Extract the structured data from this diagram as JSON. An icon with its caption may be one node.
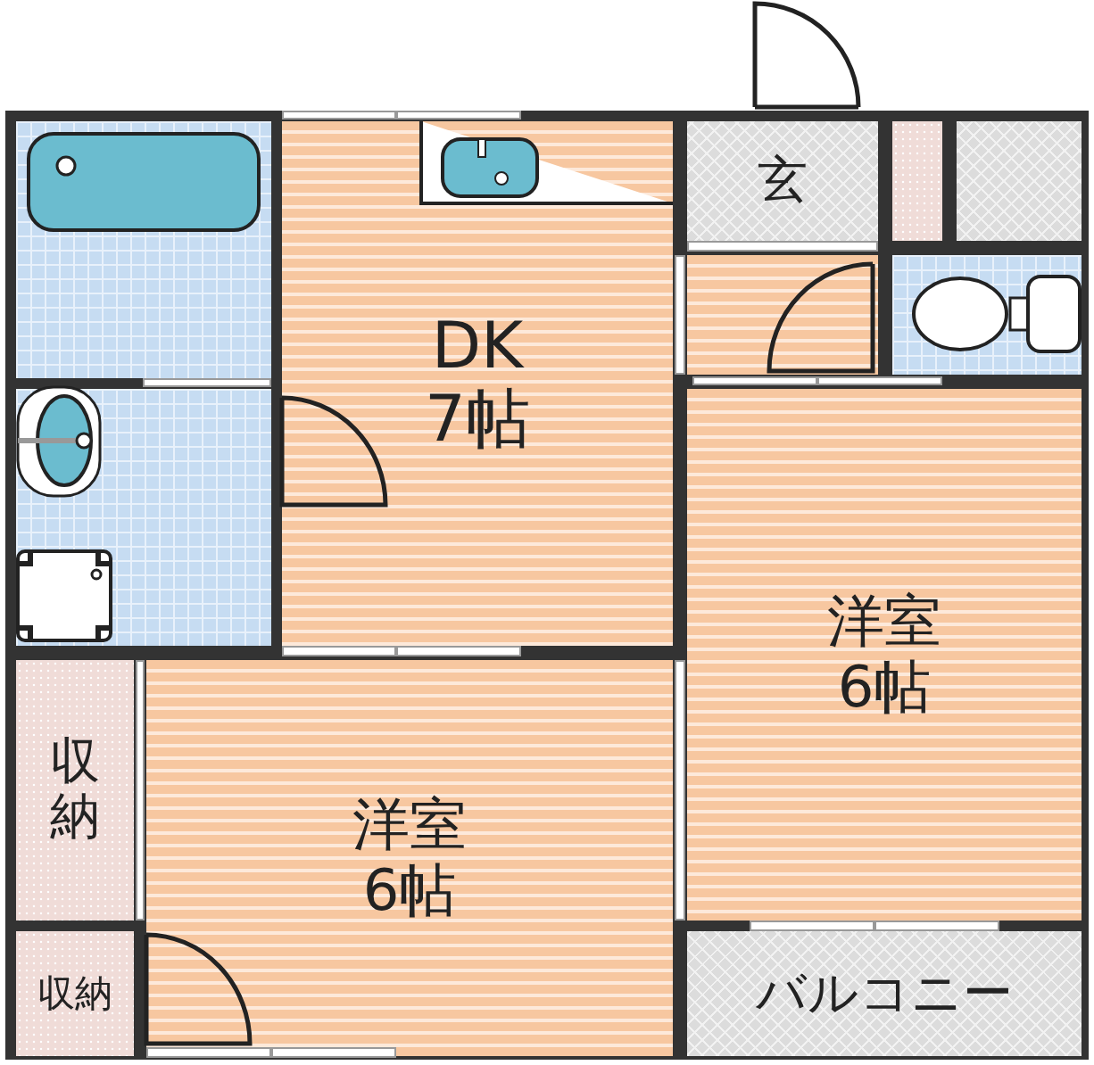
{
  "diagram": {
    "nodes": [
      {
        "text": [],
        "shape": "box"
      },
      {
        "text": [
          "DK",
          "7帖"
        ]
      },
      {
        "text": [
          "玄"
        ]
      },
      {
        "text": [],
        "shape": "box"
      },
      {
        "text": [],
        "shape": "box"
      },
      {
        "text": [],
        "shape": "box"
      },
      {
        "text": [],
        "shape": "box"
      },
      {
        "text": [],
        "shape": "box"
      },
      {
        "text": [
          "洋室",
          "6帖"
        ]
      },
      {
        "text": [
          "収納"
        ]
      },
      {
        "text": [
          "洋室",
          "6帖"
        ]
      },
      {
        "text": [
          "バルコニー"
        ]
      },
      {
        "text": [
          "収納"
        ]
      }
    ]
  }
}
